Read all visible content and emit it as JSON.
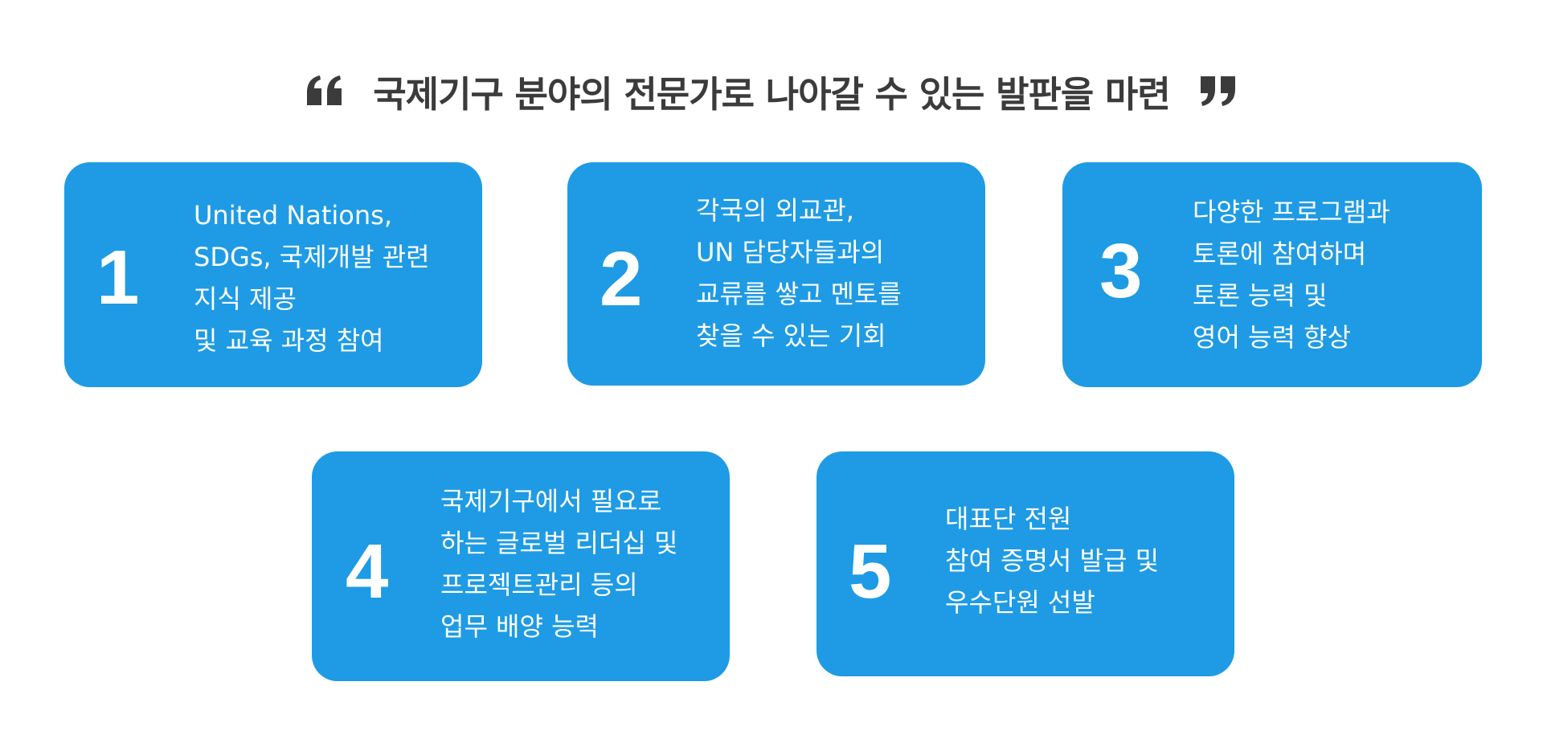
{
  "headline": {
    "text": "국제기구 분야의 전문가로 나아갈 수 있는 발판을 마련",
    "open_quote_icon": "quote-open-icon",
    "close_quote_icon": "quote-close-icon"
  },
  "colors": {
    "card_background": "#1e9be4",
    "card_text": "#ffffff",
    "headline_text": "#3b3b3b"
  },
  "cards": [
    {
      "number": "1",
      "lines": [
        "United Nations,",
        "SDGs, 국제개발 관련",
        "지식 제공",
        "및 교육 과정 참여"
      ]
    },
    {
      "number": "2",
      "lines": [
        "각국의 외교관,",
        "UN 담당자들과의",
        "교류를 쌓고 멘토를",
        "찾을 수 있는 기회"
      ]
    },
    {
      "number": "3",
      "lines": [
        "다양한 프로그램과",
        "토론에 참여하며",
        "토론 능력 및",
        "영어 능력 향상"
      ]
    },
    {
      "number": "4",
      "lines": [
        "국제기구에서 필요로",
        "하는 글로벌 리더십 및",
        "프로젝트관리 등의",
        "업무 배양 능력"
      ]
    },
    {
      "number": "5",
      "lines": [
        "대표단 전원",
        "참여 증명서 발급 및",
        "우수단원 선발"
      ]
    }
  ]
}
